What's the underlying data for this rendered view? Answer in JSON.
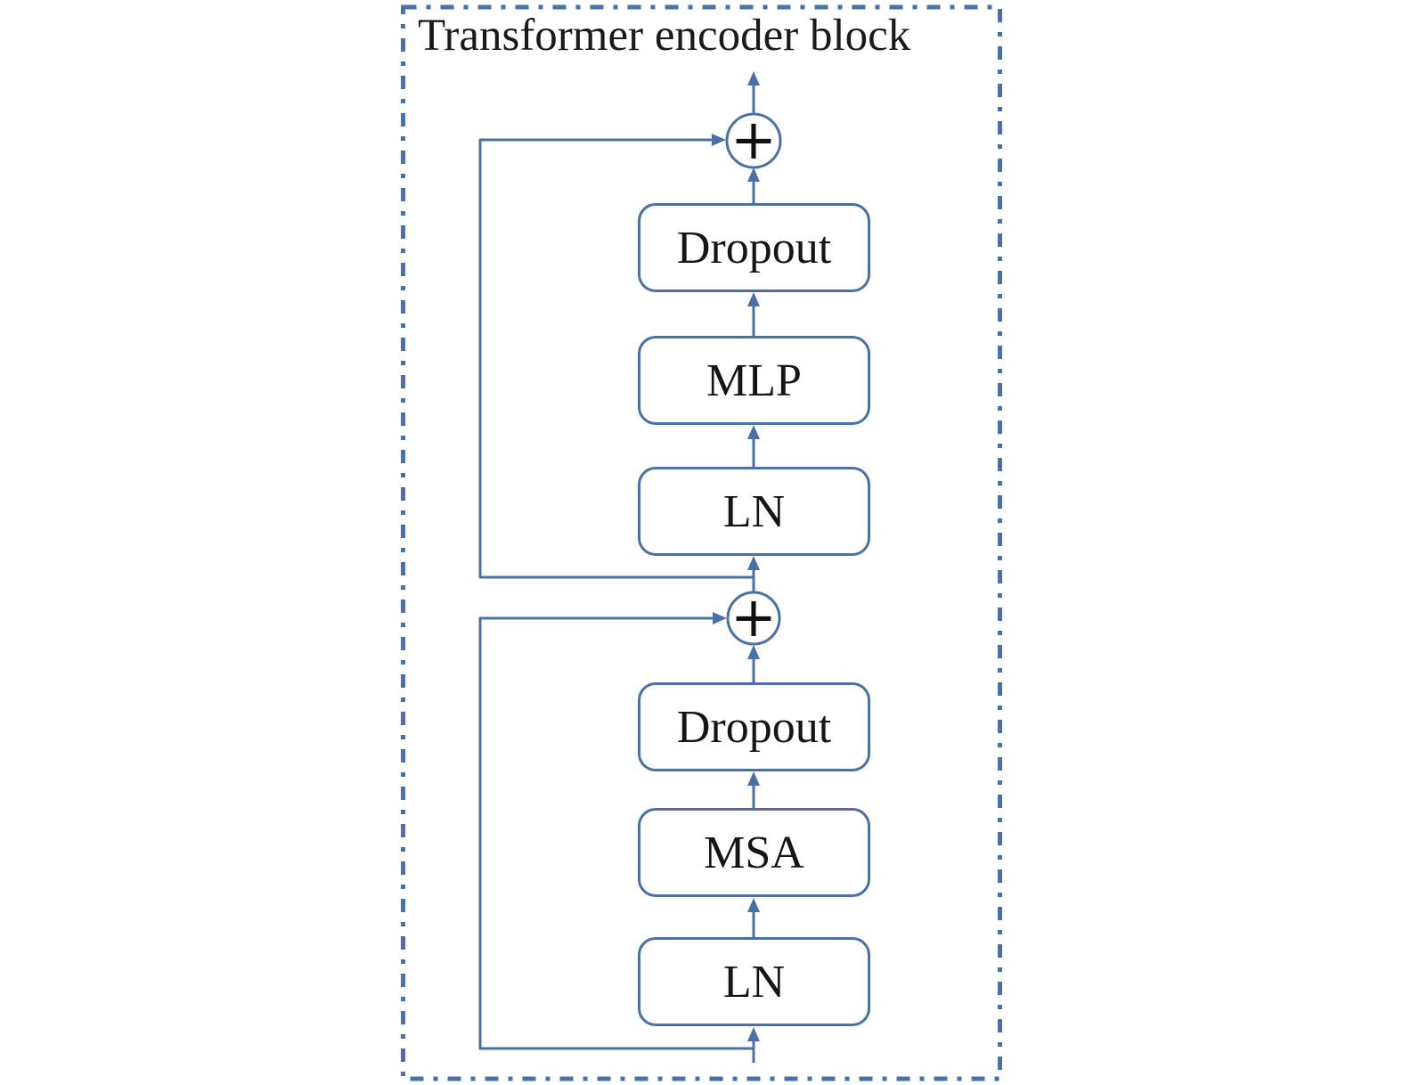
{
  "diagram": {
    "title": "Transformer encoder block",
    "blocks": [
      {
        "id": "dropout-top",
        "label": "Dropout"
      },
      {
        "id": "mlp",
        "label": "MLP"
      },
      {
        "id": "ln-top",
        "label": "LN"
      },
      {
        "id": "dropout-bottom",
        "label": "Dropout"
      },
      {
        "id": "msa",
        "label": "MSA"
      },
      {
        "id": "ln-bottom",
        "label": "LN"
      }
    ],
    "operators": [
      {
        "id": "add-top",
        "symbol": "+"
      },
      {
        "id": "add-bottom",
        "symbol": "+"
      }
    ],
    "colors": {
      "accent_blue": "#4a70a8",
      "text": "#1a1a1a",
      "background": "#ffffff"
    }
  }
}
